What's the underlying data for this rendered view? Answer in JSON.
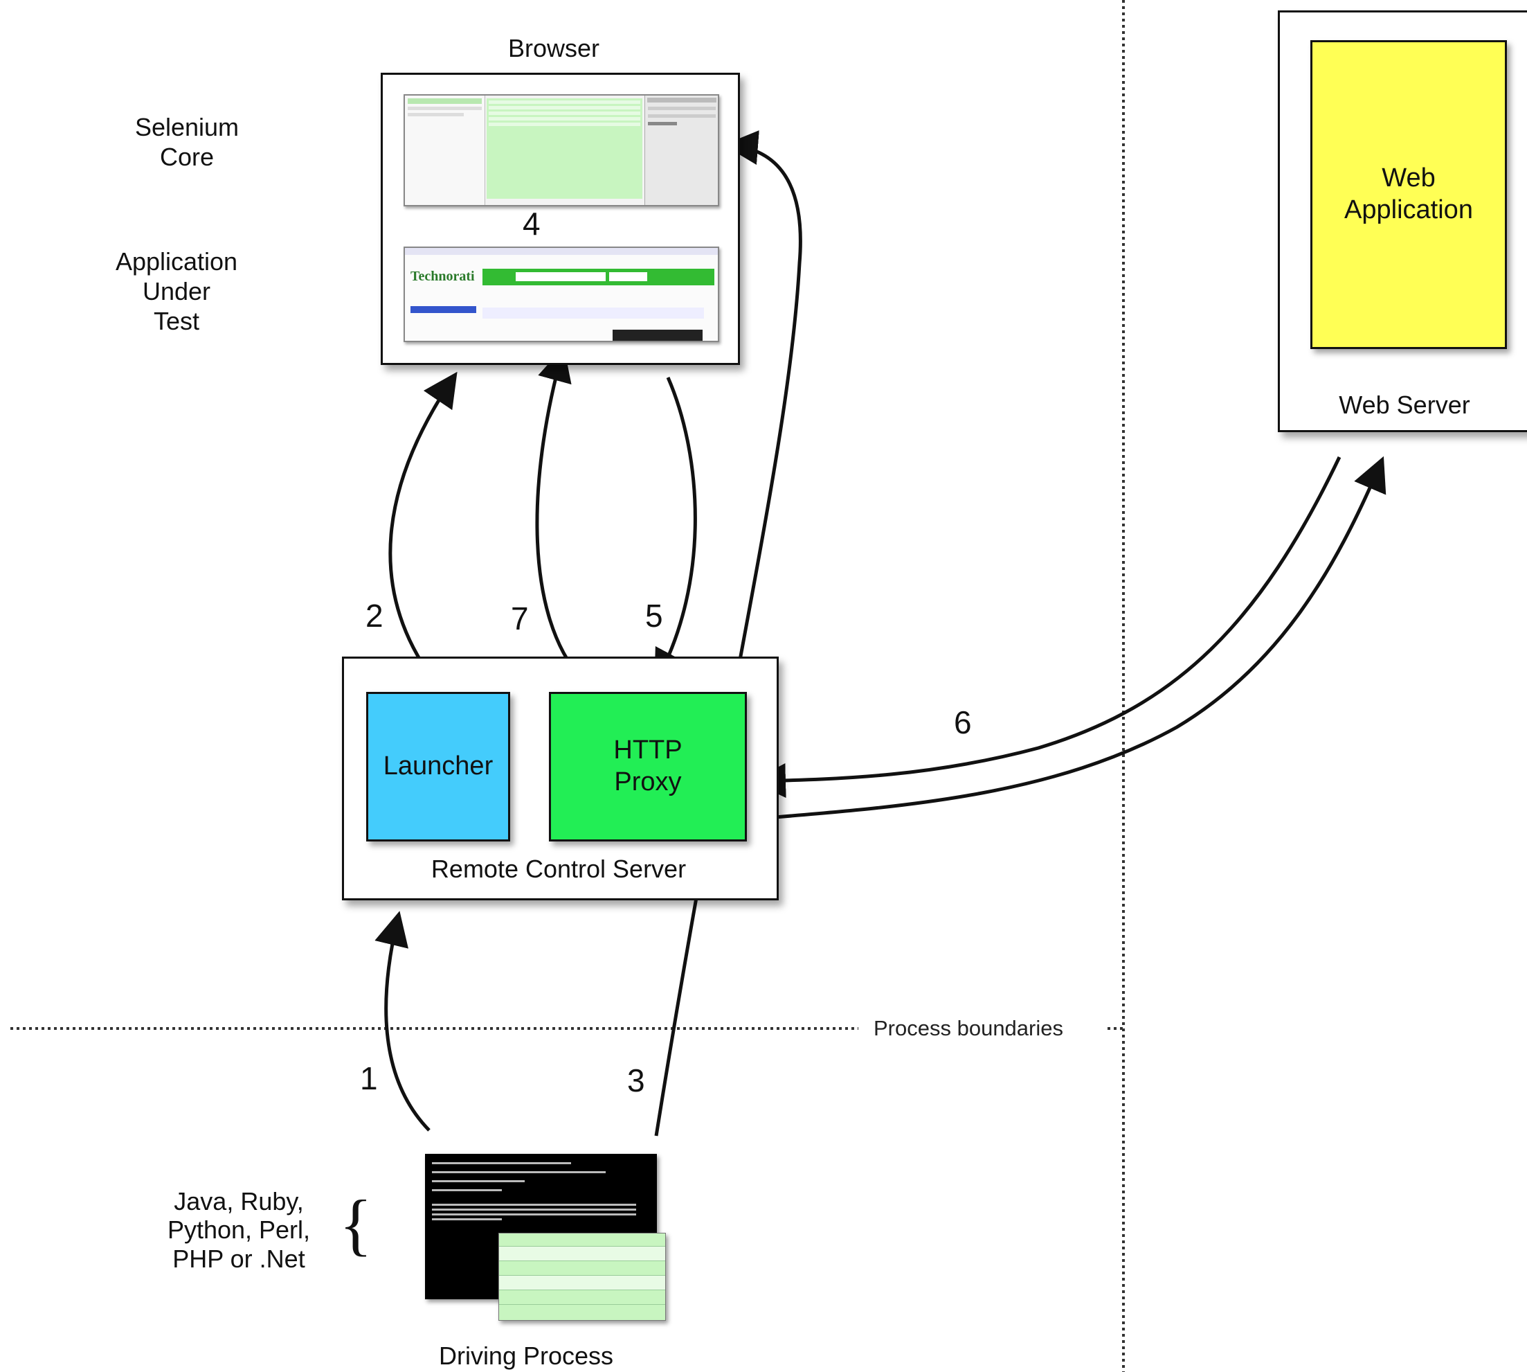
{
  "labels": {
    "browser": "Browser",
    "selenium_core": "Selenium\nCore",
    "aut": "Application\nUnder\nTest",
    "web_application": "Web\nApplication",
    "web_server": "Web Server",
    "launcher": "Launcher",
    "http_proxy": "HTTP\nProxy",
    "remote_control_server": "Remote Control Server",
    "process_boundaries": "Process boundaries",
    "languages": "Java, Ruby,\nPython, Perl,\nPHP or .Net",
    "brace": "{",
    "driving_process": "Driving Process",
    "technorati": "Technorati"
  },
  "steps": {
    "s1": "1",
    "s2": "2",
    "s3": "3",
    "s4": "4",
    "s5": "5",
    "s6": "6",
    "s7": "7"
  },
  "colors": {
    "launcher": "#44ccfc",
    "http_proxy": "#22ee55",
    "web_application": "#ffff55",
    "thumb_green": "#c8f5c0",
    "terminal": "#000000"
  }
}
